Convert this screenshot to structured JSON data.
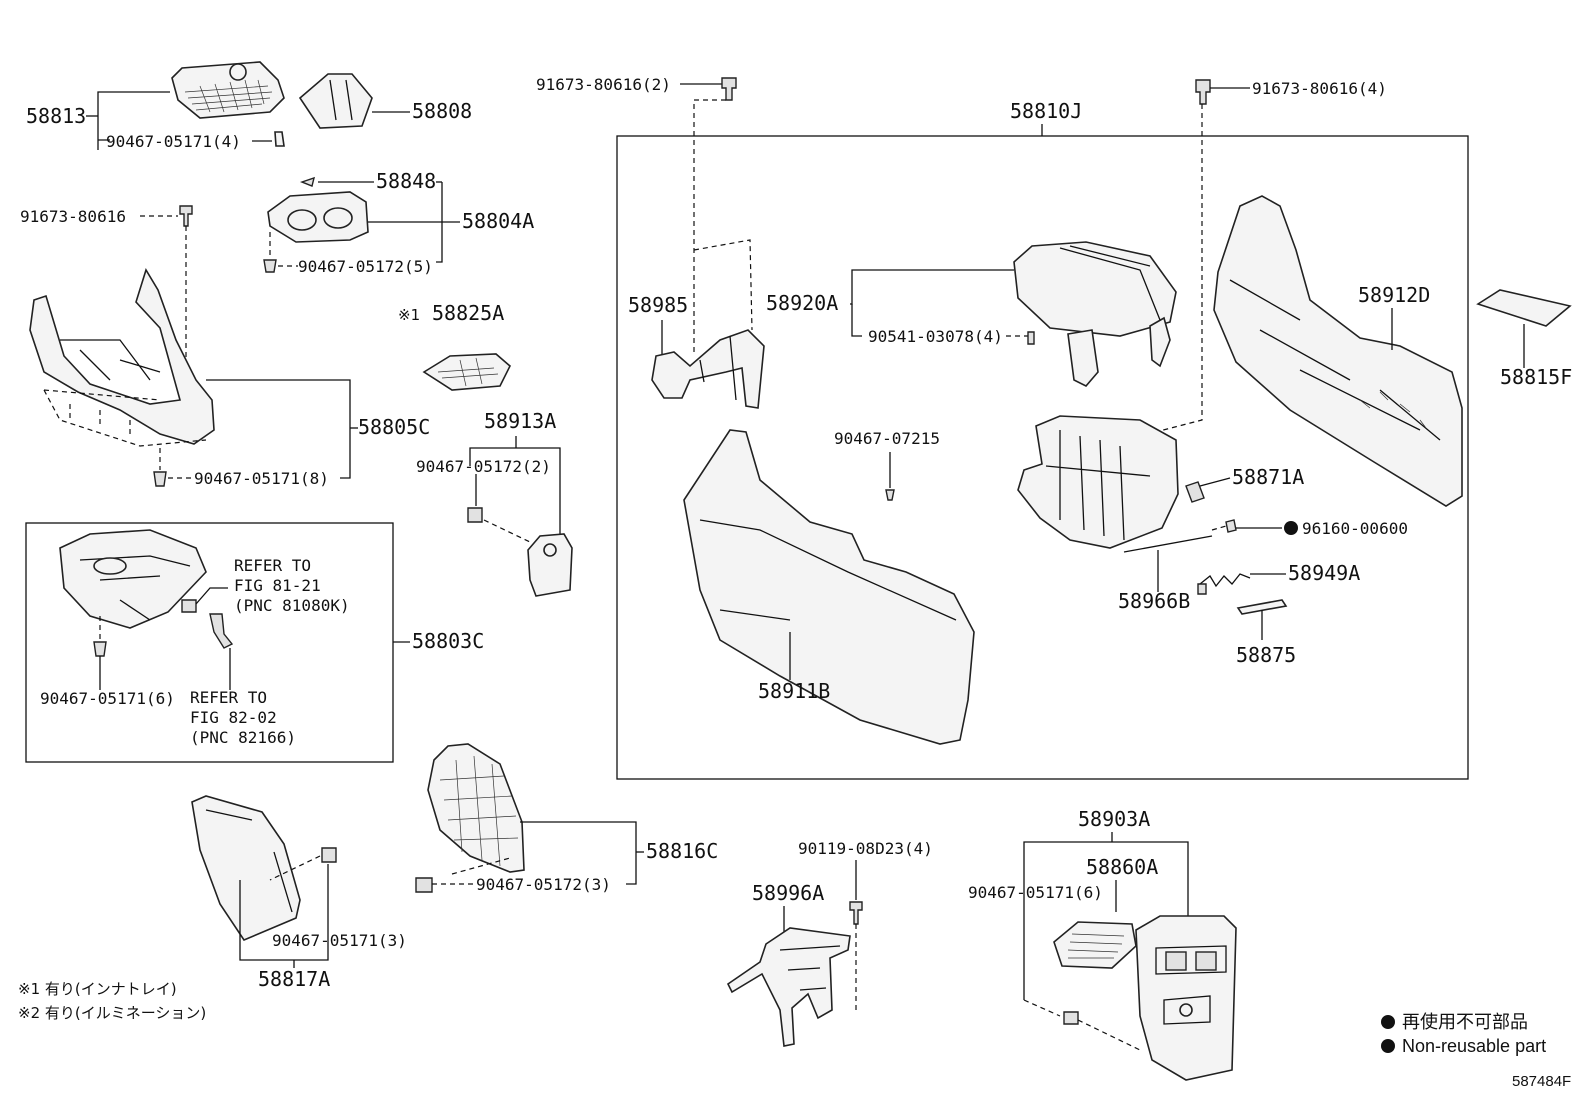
{
  "parts": {
    "p58813": "58813",
    "p58808": "58808",
    "p58848": "58848",
    "p58804A": "58804A",
    "p58805C": "58805C",
    "p58825A": "58825A",
    "p58825A_mark": "※1",
    "p58913A": "58913A",
    "p58803C": "58803C",
    "p58817A": "58817A",
    "p58816C": "58816C",
    "p58996A": "58996A",
    "p58810J": "58810J",
    "p58985": "58985",
    "p58920A": "58920A",
    "p58911B": "58911B",
    "p58912D": "58912D",
    "p58815F": "58815F",
    "p58871A": "58871A",
    "p58949A": "58949A",
    "p58966B": "58966B",
    "p58875": "58875",
    "p58903A": "58903A",
    "p58860A": "58860A"
  },
  "fasteners": {
    "f_05171_4": "90467-05171(4)",
    "f_80616_a": "91673-80616",
    "f_05172_5": "90467-05172(5)",
    "f_05171_8": "90467-05171(8)",
    "f_05172_2": "90467-05172(2)",
    "f_05171_6a": "90467-05171(6)",
    "f_05171_3": "90467-05171(3)",
    "f_05172_3": "90467-05172(3)",
    "f_08D23_4": "90119-08D23(4)",
    "f_80616_2": "91673-80616(2)",
    "f_80616_4": "91673-80616(4)",
    "f_03078_4": "90541-03078(4)",
    "f_07215": "90467-07215",
    "f_00600": "96160-00600",
    "f_05171_6b": "90467-05171(6)"
  },
  "refs": {
    "ref1_l1": "REFER TO",
    "ref1_l2": "FIG 81-21",
    "ref1_l3": "(PNC 81080K)",
    "ref2_l1": "REFER TO",
    "ref2_l2": "FIG 82-02",
    "ref2_l3": "(PNC 82166)"
  },
  "notes": {
    "note1": "※1 有り(インナトレイ)",
    "note2": "※2 有り(イルミネーション)"
  },
  "legend": {
    "jp": "再使用不可部品",
    "en": "Non-reusable part"
  },
  "diagram_code": "587484F"
}
